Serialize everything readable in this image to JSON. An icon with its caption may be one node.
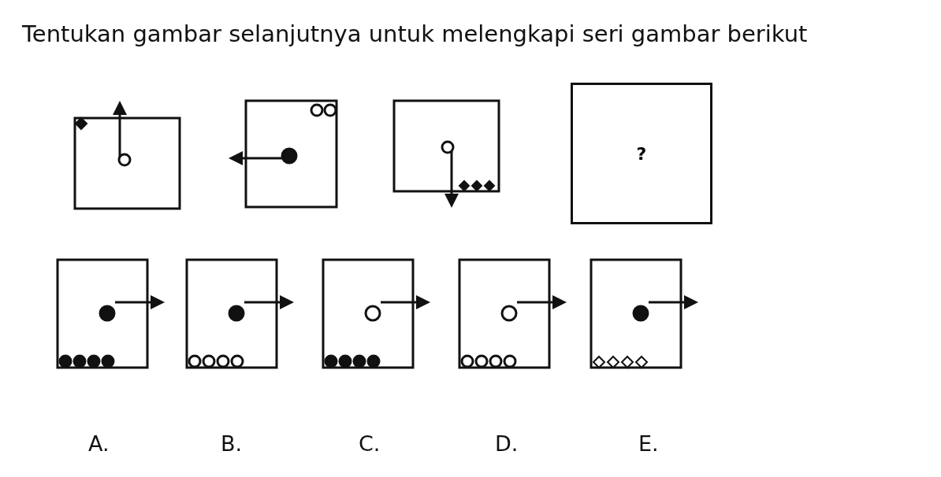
{
  "diagram": {
    "title": "Tentukan gambar selanjutnya untuk melengkapi seri gambar berikut",
    "nodes": [
      {
        "text": [
          "?"
        ]
      }
    ],
    "labels": [
      "A.",
      "B.",
      "C.",
      "D.",
      "E."
    ]
  }
}
